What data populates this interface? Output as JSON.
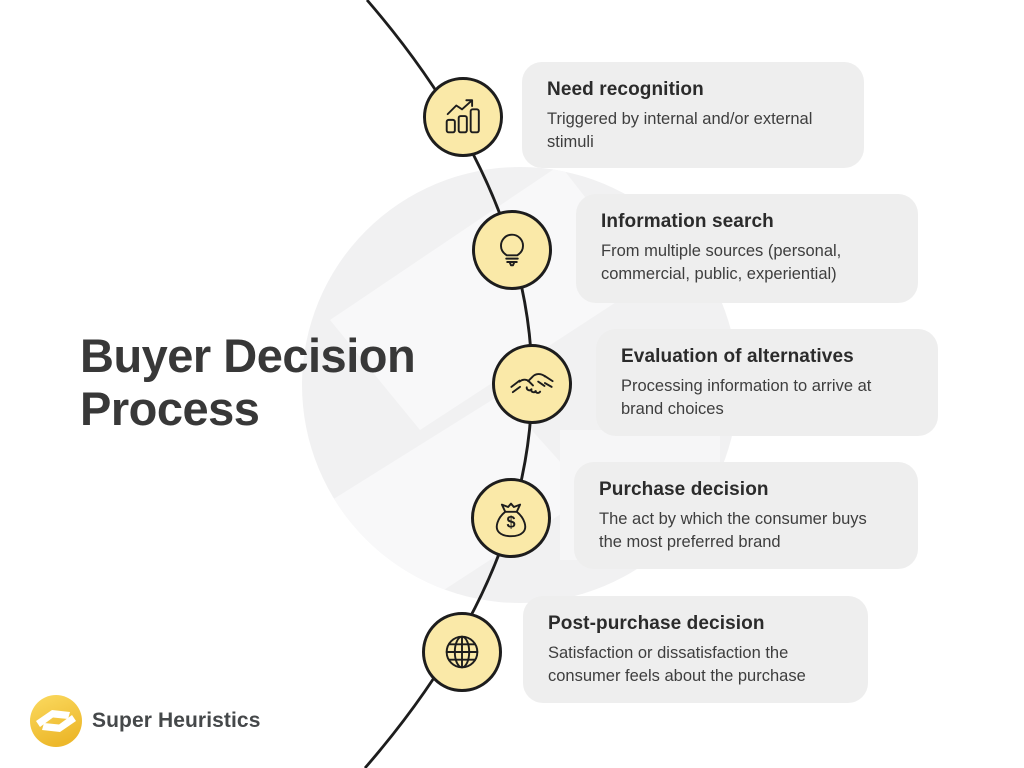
{
  "title": {
    "full": "Buyer Decision Process",
    "line1": "Buyer Decision",
    "line2": "Process"
  },
  "steps": [
    {
      "icon": "bar-chart-growth-icon",
      "title": "Need recognition",
      "description": "Triggered by internal and/or external stimuli"
    },
    {
      "icon": "lightbulb-icon",
      "title": "Information search",
      "description": "From multiple sources (personal, commercial, public, experiential)"
    },
    {
      "icon": "handshake-icon",
      "title": "Evaluation of alternatives",
      "description": "Processing information to arrive at brand choices"
    },
    {
      "icon": "money-bag-icon",
      "title": "Purchase decision",
      "description": "The act by which the consumer buys the most preferred brand"
    },
    {
      "icon": "globe-icon",
      "title": "Post-purchase decision",
      "description": "Satisfaction or dissatisfaction the consumer feels about the purchase"
    }
  ],
  "brand": {
    "name": "Super Heuristics"
  },
  "money_bag_symbol": "$",
  "colors": {
    "step_circle_fill": "#FAE9A8",
    "step_circle_border": "#1D1D1D",
    "card_background": "#EEEEEE",
    "curve_color": "#1D1D1D",
    "title_color": "#383838",
    "card_title_color": "#2B2B2B",
    "card_body_color": "#3E3E3E",
    "watermark_color": "#F1F1F2",
    "logo_gold": "#F2C12E"
  }
}
